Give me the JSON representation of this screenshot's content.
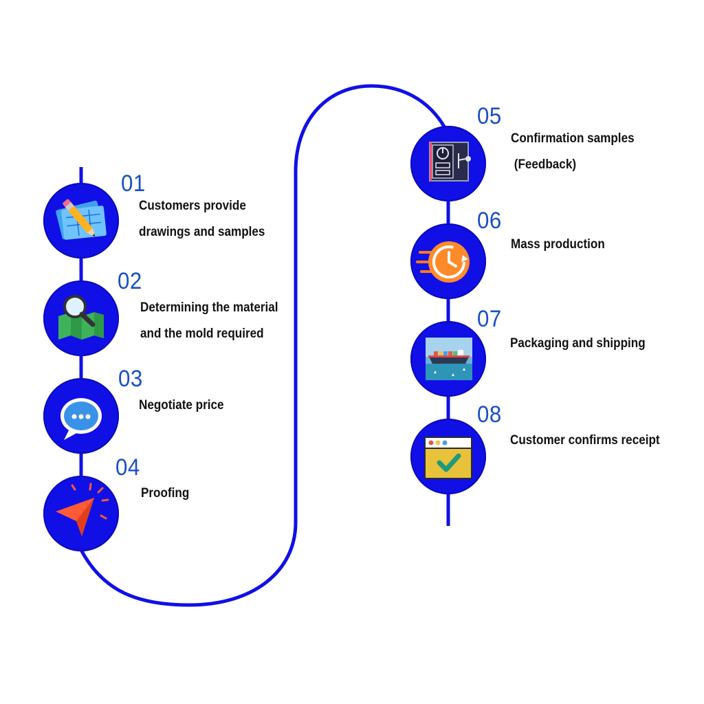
{
  "colors": {
    "path": "#1010e6",
    "node": "#1010e6",
    "number": "#1a4fc4",
    "label": "#111111"
  },
  "steps": [
    {
      "number": "01",
      "lines": [
        "Customers provide",
        "drawings and samples"
      ],
      "icon": "blueprint-pencil-icon"
    },
    {
      "number": "02",
      "lines": [
        "Determining the material",
        "and the mold required"
      ],
      "icon": "map-magnifier-icon"
    },
    {
      "number": "03",
      "lines": [
        "Negotiate price"
      ],
      "icon": "chat-bubble-icon"
    },
    {
      "number": "04",
      "lines": [
        "Proofing"
      ],
      "icon": "cursor-arrow-icon"
    },
    {
      "number": "05",
      "lines": [
        "Confirmation samples",
        " (Feedback)"
      ],
      "icon": "control-panel-icon"
    },
    {
      "number": "06",
      "lines": [
        "Mass production"
      ],
      "icon": "clock-cycle-icon"
    },
    {
      "number": "07",
      "lines": [
        "Packaging and shipping"
      ],
      "icon": "cargo-ship-icon"
    },
    {
      "number": "08",
      "lines": [
        "Customer confirms receipt"
      ],
      "icon": "checkmark-window-icon"
    }
  ]
}
